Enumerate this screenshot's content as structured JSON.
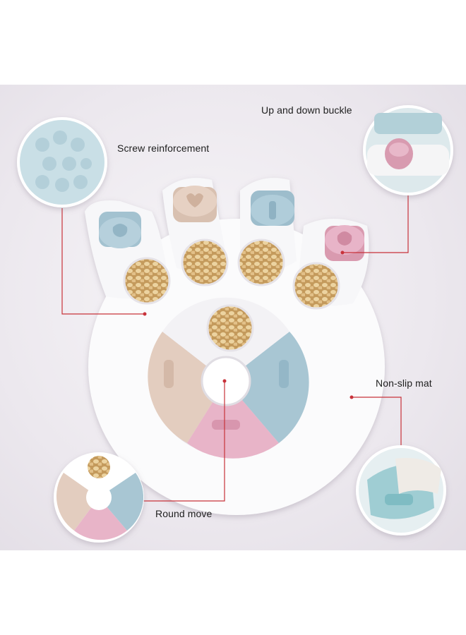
{
  "callouts": {
    "screw": "Screw reinforcement",
    "buckle": "Up and down buckle",
    "nonslip": "Non-slip mat",
    "round": "Round move"
  },
  "colors": {
    "background": "#ece8ee",
    "toy_body": "#fbfbfc",
    "tan": "#e3cdbf",
    "blue": "#a8c6d3",
    "pink": "#e8b4c8",
    "kibble": "#d9b77a",
    "callout_line": "#c8323a"
  }
}
